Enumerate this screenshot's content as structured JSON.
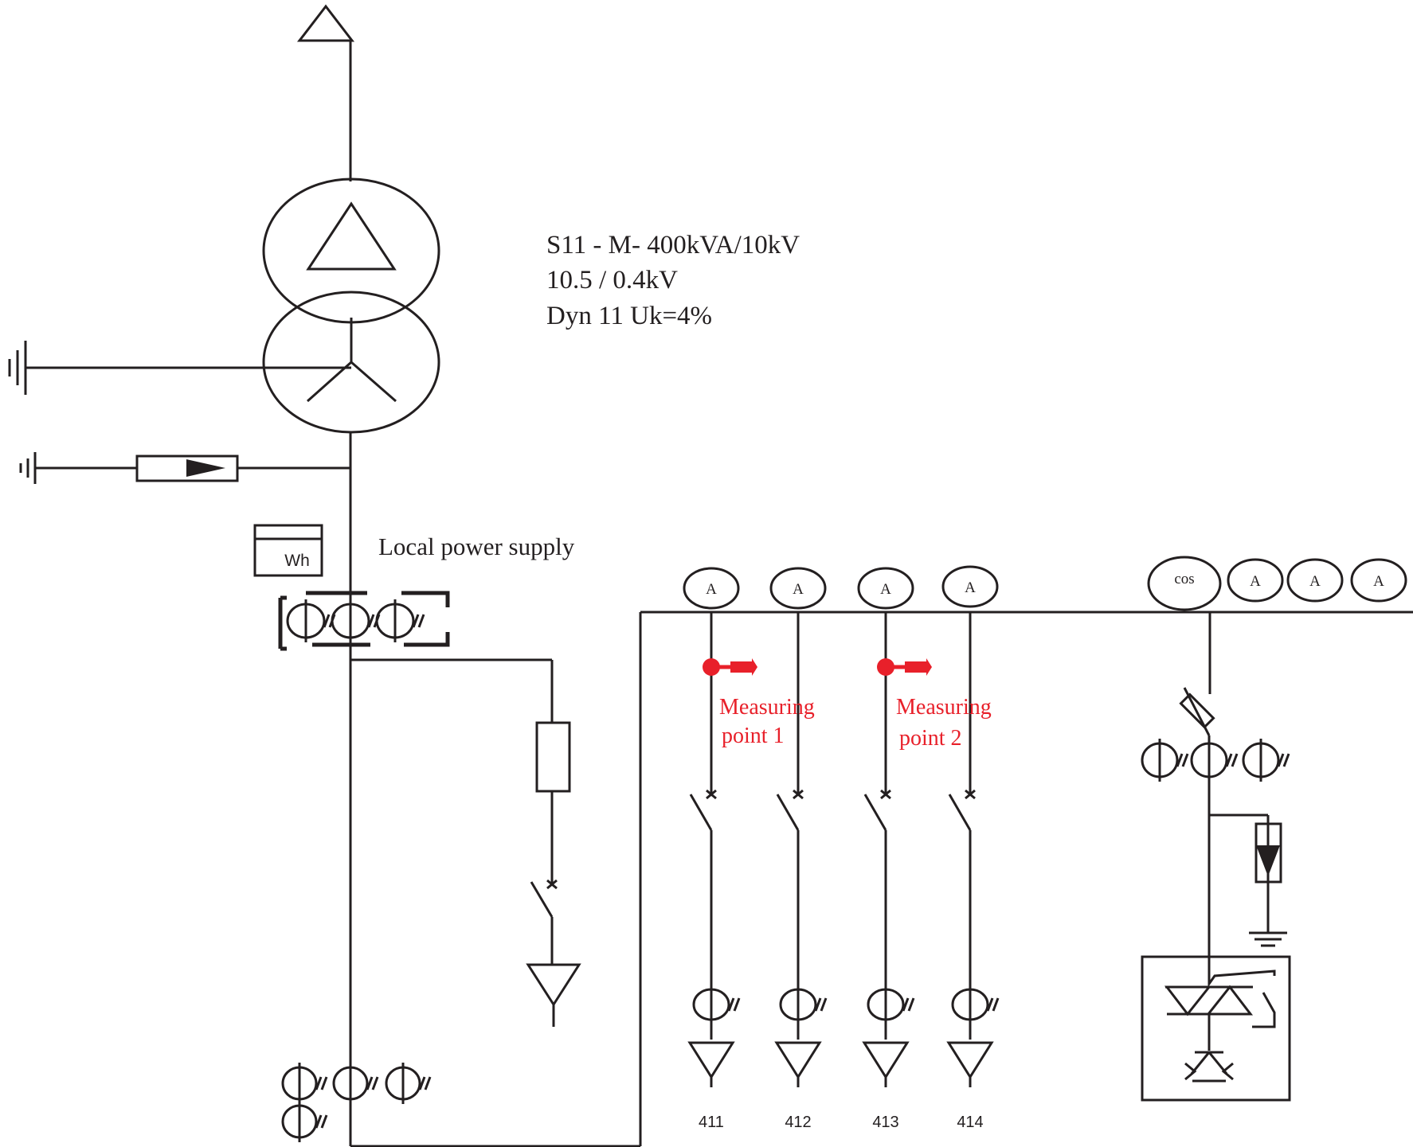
{
  "transformer": {
    "model": "S11 - M- 400kVA/10kV",
    "voltage": "10.5 / 0.4kV",
    "vector_group": "Dyn 11   Uk=4%"
  },
  "local_supply_label": "Local  power  supply",
  "energy_meter_label": "Wh",
  "power_factor_meter_label": "cos",
  "ammeter_label": "A",
  "measuring_points": [
    {
      "line1": "Measuring",
      "line2": "point 1"
    },
    {
      "line1": "Measuring",
      "line2": "point  2"
    }
  ],
  "feeders": [
    "411",
    "412",
    "413",
    "414"
  ],
  "colors": {
    "line": "#231f20",
    "marker": "#e8202a"
  }
}
